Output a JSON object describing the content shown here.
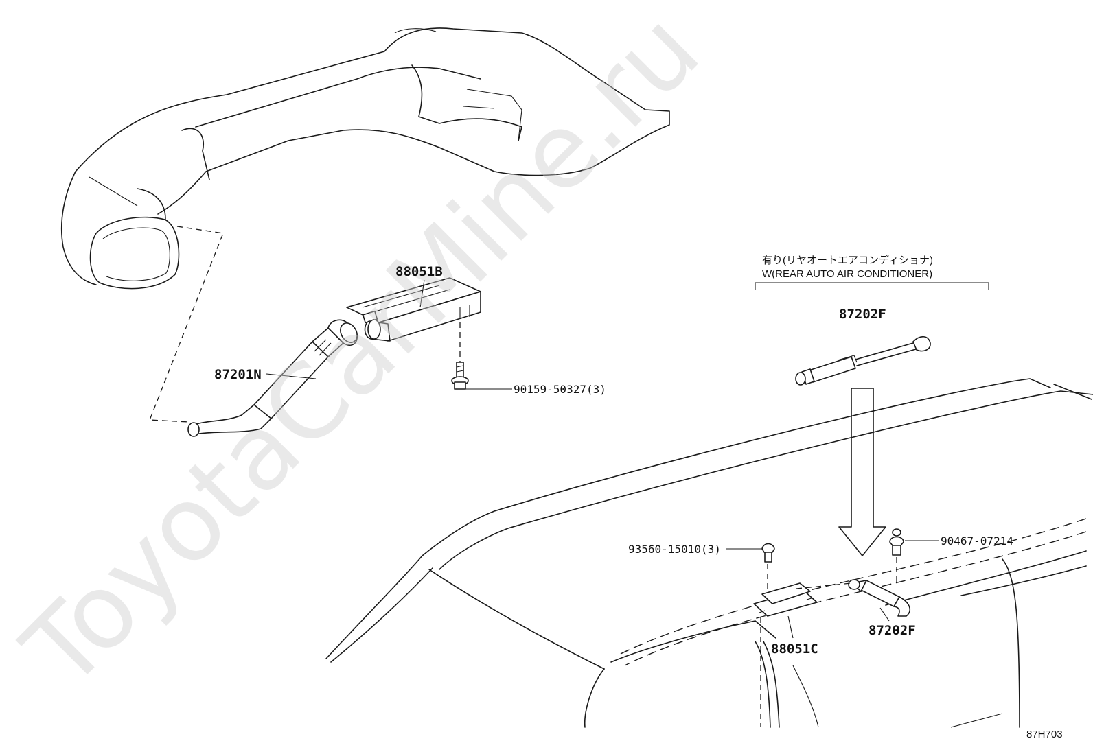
{
  "watermark": "ToyotaCarMine.ru",
  "diagram_id": "87H703",
  "annotation": {
    "japanese": "有り(リヤオートエアコンディショナ)",
    "english": "W(REAR AUTO AIR CONDITIONER)"
  },
  "parts": {
    "p88051B": "88051B",
    "p87201N": "87201N",
    "p90159": "90159-50327(3)",
    "p87202F_top": "87202F",
    "p93560": "93560-15010(3)",
    "p90467": "90467-07214",
    "p87202F_bottom": "87202F",
    "p88051C": "88051C"
  }
}
